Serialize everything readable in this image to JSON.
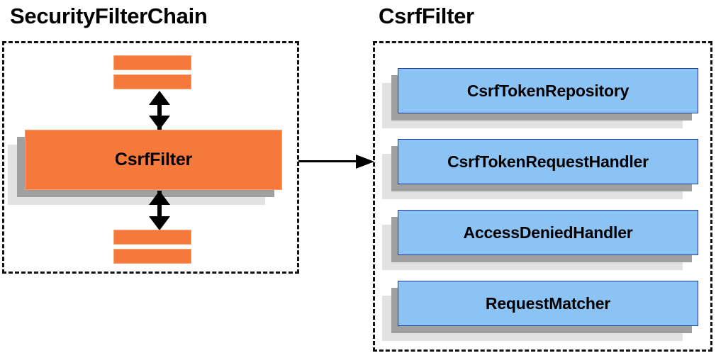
{
  "diagram": {
    "type": "component-collaboration-diagram",
    "panels": [
      {
        "title": "SecurityFilterChain",
        "kind": "filter-chain",
        "main_component": "CsrfFilter",
        "stub_filters_above": 2,
        "stub_filters_below": 2,
        "accent_color": "#f4793b"
      },
      {
        "title": "CsrfFilter",
        "kind": "collaborators",
        "accent_color": "#8cc3f5",
        "components": [
          "CsrfTokenRepository",
          "CsrfTokenRequestHandler",
          "AccessDeniedHandler",
          "RequestMatcher"
        ]
      }
    ],
    "connectors": [
      {
        "name": "chain-to-detail",
        "from": "CsrfFilter",
        "to": "CsrfFilter detail",
        "style": "single-headed-arrow",
        "direction": "right"
      },
      {
        "name": "upstream-filter-link",
        "style": "double-headed-arrow",
        "direction": "vertical"
      },
      {
        "name": "downstream-filter-link",
        "style": "double-headed-arrow",
        "direction": "vertical"
      }
    ]
  },
  "left_panel": {
    "title": "SecurityFilterChain",
    "main_box_label": "CsrfFilter"
  },
  "right_panel": {
    "title": "CsrfFilter",
    "items": [
      {
        "label": "CsrfTokenRepository"
      },
      {
        "label": "CsrfTokenRequestHandler"
      },
      {
        "label": "AccessDeniedHandler"
      },
      {
        "label": "RequestMatcher"
      }
    ]
  },
  "colors": {
    "orange_fill": "#f4793b",
    "orange_border": "#f79a63",
    "blue_fill": "#8cc3f5",
    "blue_border": "#22379c",
    "shadow_near": "#a0a0a0",
    "shadow_far": "#e2e2e2",
    "outline": "#111111",
    "text": "#000000",
    "background": "#ffffff"
  }
}
